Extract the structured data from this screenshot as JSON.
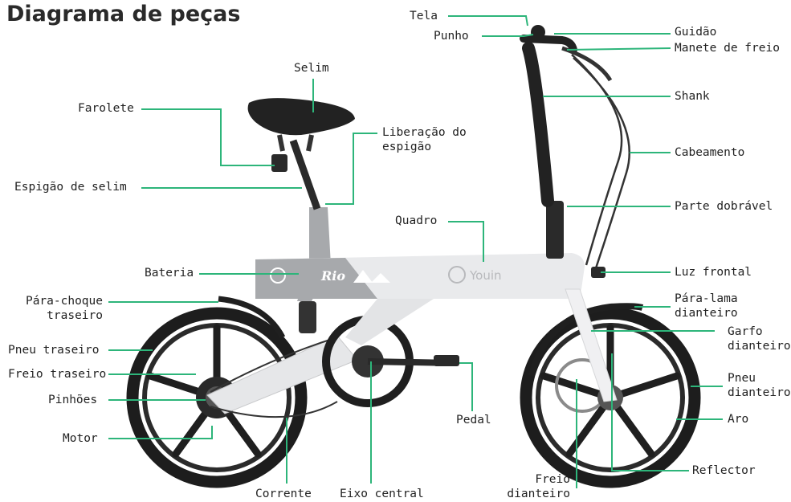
{
  "title": "Diagrama de peças",
  "colors": {
    "leader": "#2db57a",
    "frame_light": "#e9eaec",
    "frame_gray": "#a7a9ac",
    "tire": "#1d1d1d"
  },
  "frame_text": {
    "model": "Rio",
    "brand": "Youin"
  },
  "parts": {
    "tela": "Tela",
    "punho": "Punho",
    "guidao": "Guidão",
    "manete": "Manete de freio",
    "selim": "Selim",
    "shank": "Shank",
    "farolete": "Farolete",
    "liberacao_1": "Liberação do",
    "liberacao_2": "espigão",
    "cabeamento": "Cabeamento",
    "espigao": "Espigão de selim",
    "parte_dobravel": "Parte dobrável",
    "quadro": "Quadro",
    "bateria": "Bateria",
    "luz_frontal": "Luz frontal",
    "para_choque_1": "Pára-choque",
    "para_choque_2": "traseiro",
    "para_lama_1": "Pára-lama",
    "para_lama_2": "dianteiro",
    "garfo_1": "Garfo",
    "garfo_2": "dianteiro",
    "pneu_traseiro": "Pneu traseiro",
    "freio_traseiro": "Freio traseiro",
    "pneu_dianteiro_1": "Pneu",
    "pneu_dianteiro_2": "dianteiro",
    "pinhoes": "Pinhões",
    "pedal": "Pedal",
    "aro": "Aro",
    "motor": "Motor",
    "freio_dianteiro_1": "Freio",
    "freio_dianteiro_2": "dianteiro",
    "reflector": "Reflector",
    "corrente": "Corrente",
    "eixo_central": "Eixo central"
  }
}
